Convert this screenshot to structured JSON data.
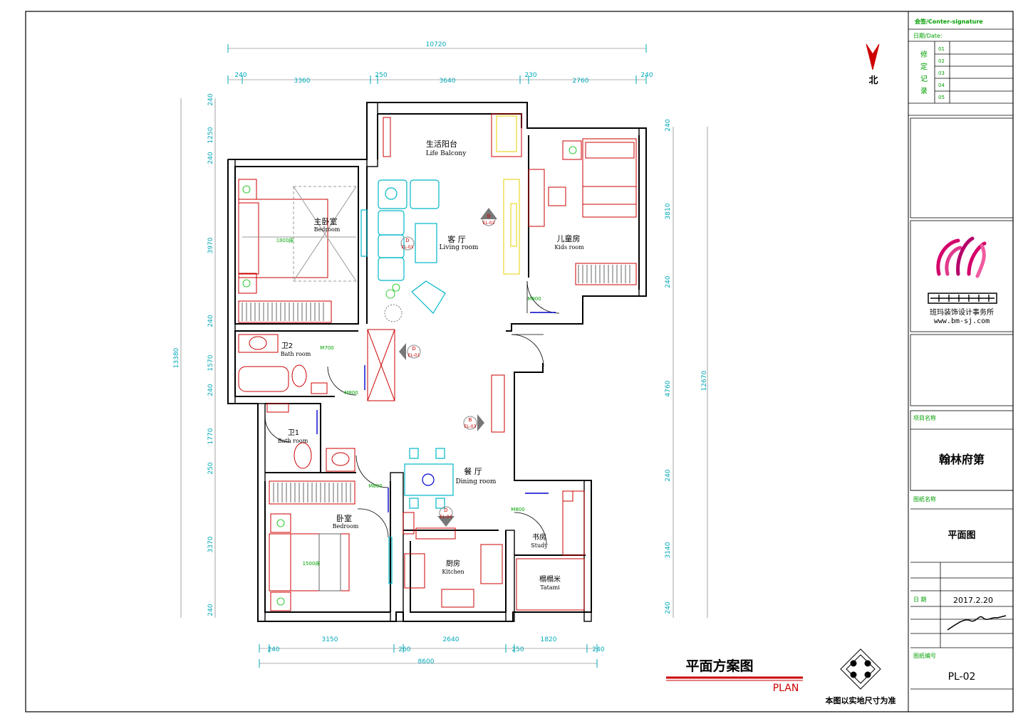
{
  "north": {
    "label": "北"
  },
  "dimensions": {
    "top_total": "10720",
    "top_segments": [
      "240",
      "3360",
      "250",
      "3640",
      "230",
      "2760",
      "240"
    ],
    "bottom_segments": [
      "240",
      "3150",
      "260",
      "2640",
      "250",
      "1820",
      "240"
    ],
    "bottom_total": "8600",
    "left_total": "13380",
    "left_segments": [
      "240",
      "1250",
      "240",
      "3970",
      "240",
      "1570",
      "240",
      "1770",
      "250",
      "3370",
      "240"
    ],
    "right_total": "12670",
    "right_segments": [
      "240",
      "3810",
      "240",
      "4760",
      "240",
      "3140",
      "240"
    ]
  },
  "rooms": {
    "balcony": {
      "cn": "生活阳台",
      "en": "Life Balcony"
    },
    "master": {
      "cn": "主卧室",
      "en": "Bedroom"
    },
    "living": {
      "cn": "客 厅",
      "en": "Living room"
    },
    "kids": {
      "cn": "儿童房",
      "en": "Kids room"
    },
    "bath2": {
      "cn": "卫2",
      "en": "Bath room"
    },
    "bath1": {
      "cn": "卫1",
      "en": "Bath room"
    },
    "dining": {
      "cn": "餐 厅",
      "en": "Dining room"
    },
    "bedroom": {
      "cn": "卧室",
      "en": "Bedroom"
    },
    "study": {
      "cn": "书房",
      "en": "Study"
    },
    "kitchen": {
      "cn": "厨房",
      "en": "Kitchen"
    },
    "tatami": {
      "cn": "榻榻米",
      "en": "Tatami"
    }
  },
  "markers": [
    {
      "letter": "B",
      "code": "EL-02"
    },
    {
      "letter": "D",
      "code": "EL-01"
    },
    {
      "letter": "D",
      "code": "EL-01"
    },
    {
      "letter": "B",
      "code": "EL-03"
    },
    {
      "letter": "D",
      "code": "EL-04"
    }
  ],
  "annotations": {
    "m800": "M800",
    "m700": "M700",
    "bed1800": "1800床",
    "bed1500": "1500床",
    "date": "2017.2.20"
  },
  "caption": {
    "title": "平面方案图",
    "subtitle": "PLAN",
    "note": "本图以实地尺寸为准"
  },
  "title_block": {
    "countersign": "会签/Conter-signature",
    "date_label": "日期/Date:",
    "revision_rows": [
      "01",
      "02",
      "03",
      "04",
      "05"
    ],
    "revision_label": [
      "修",
      "定",
      "记",
      "录"
    ],
    "firm_name_cn": "班玛装饰设计事务所",
    "firm_url": "www.bm-sj.com",
    "project_label": "项目名称",
    "project_name": "翰林府第",
    "drawing_label": "图纸名称",
    "drawing_title": "平面图",
    "date_label2": "日 期",
    "date_value": "2017.2.20",
    "sheet_label": "图纸编号",
    "sheet_value": "PL-02"
  },
  "colors": {
    "wall": "#000000",
    "furniture": "#cc0000",
    "sofa": "#00b7c7",
    "label_green": "#00c000",
    "dimension": "#00a8b8",
    "yellow": "#e6d000",
    "blue": "#0000cc",
    "magenta": "#d4006a"
  }
}
